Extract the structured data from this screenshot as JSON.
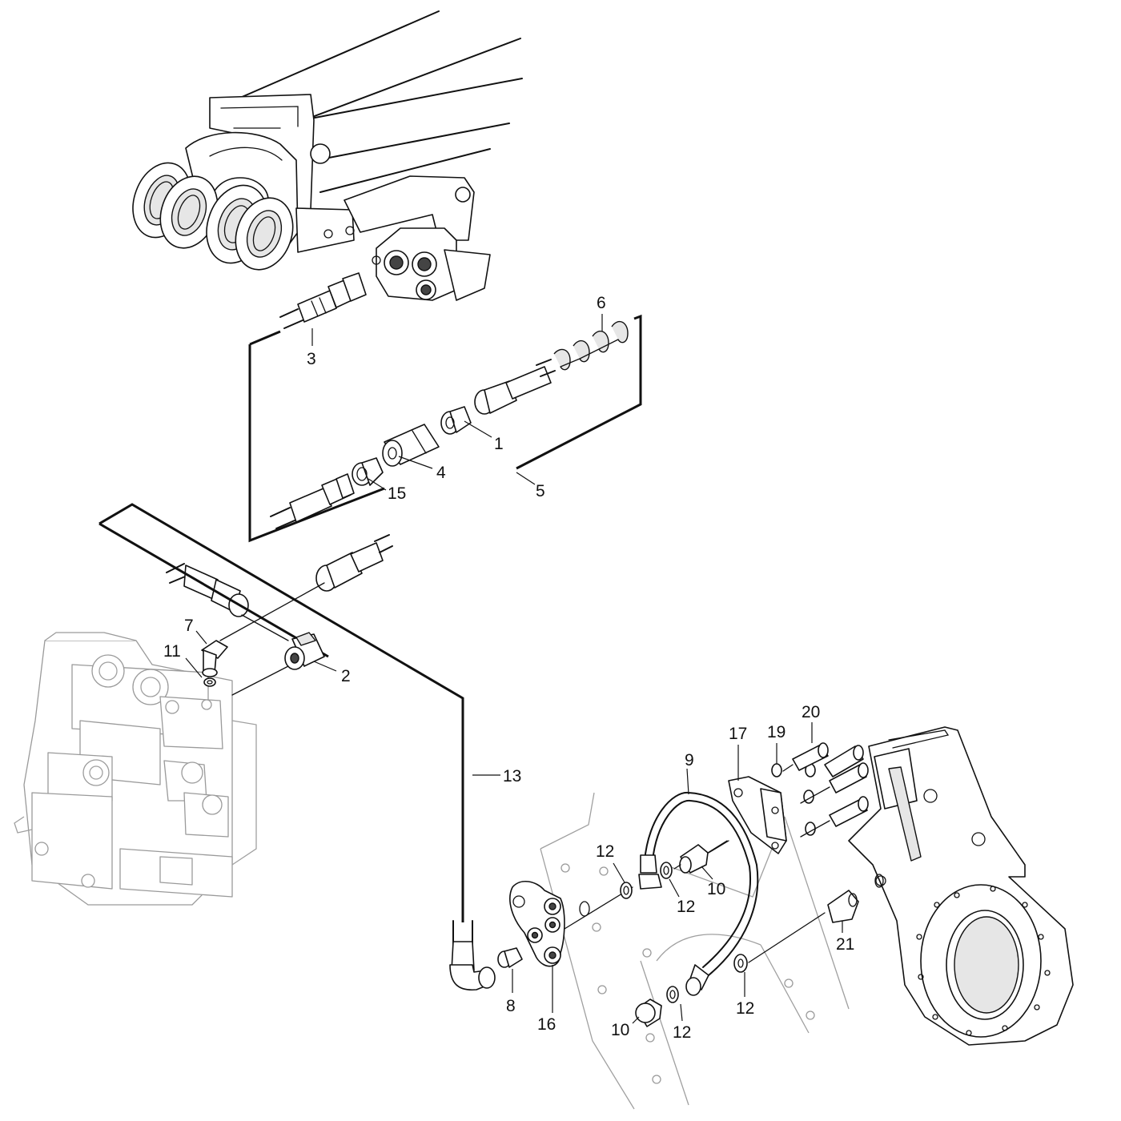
{
  "callouts": [
    {
      "id": "c1",
      "text": "1"
    },
    {
      "id": "c2",
      "text": "2"
    },
    {
      "id": "c3",
      "text": "3"
    },
    {
      "id": "c4",
      "text": "4"
    },
    {
      "id": "c5",
      "text": "5"
    },
    {
      "id": "c6",
      "text": "6"
    },
    {
      "id": "c7",
      "text": "7"
    },
    {
      "id": "c8",
      "text": "8"
    },
    {
      "id": "c9",
      "text": "9"
    },
    {
      "id": "c10a",
      "text": "10"
    },
    {
      "id": "c10b",
      "text": "10"
    },
    {
      "id": "c11",
      "text": "11"
    },
    {
      "id": "c12a",
      "text": "12"
    },
    {
      "id": "c12b",
      "text": "12"
    },
    {
      "id": "c12c",
      "text": "12"
    },
    {
      "id": "c12d",
      "text": "12"
    },
    {
      "id": "c13",
      "text": "13"
    },
    {
      "id": "c15",
      "text": "15"
    },
    {
      "id": "c16",
      "text": "16"
    },
    {
      "id": "c17",
      "text": "17"
    },
    {
      "id": "c19",
      "text": "19"
    },
    {
      "id": "c20",
      "text": "20"
    },
    {
      "id": "c21",
      "text": "21"
    }
  ],
  "colors": {
    "line": "#111111",
    "ghost": "#9a9a9a",
    "background": "#ffffff"
  }
}
